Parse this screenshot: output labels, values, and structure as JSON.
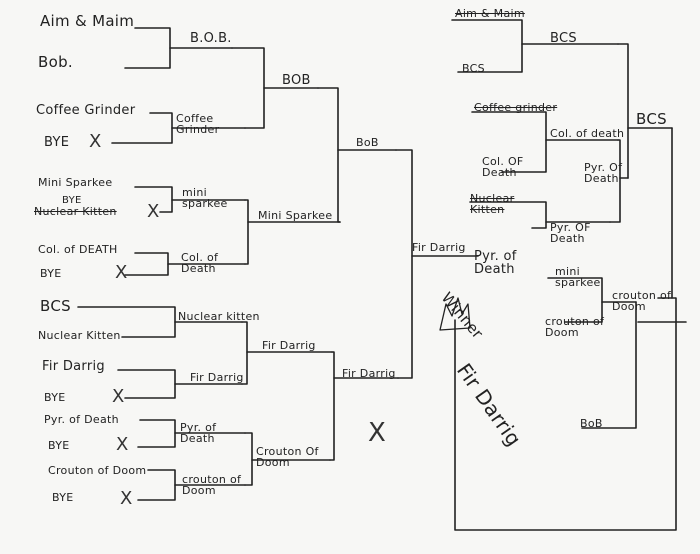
{
  "left": {
    "round1": [
      {
        "a": "Aim & Maim",
        "b": "Bob.",
        "winner": "B.O.B."
      },
      {
        "a": "Coffee Grinder",
        "b": "BYE",
        "winner": "Coffee Grinder"
      },
      {
        "a": "Mini Sparkee",
        "b": "Nuclear Kitten",
        "winner": "mini sparkee",
        "b_note": "BYE"
      },
      {
        "a": "Col. of DEATH",
        "b": "BYE",
        "winner": "Col. of Death"
      },
      {
        "a": "BCS",
        "b": "Nuclear Kitten",
        "winner": "Nuclear kitten"
      },
      {
        "a": "Fir Darrig",
        "b": "BYE",
        "winner": "Fir Darrig"
      },
      {
        "a": "Pyr. of Death",
        "b": "BYE",
        "winner": "Pyr. of Death"
      },
      {
        "a": "Crouton of Doom",
        "b": "BYE",
        "winner": "crouton of Doom"
      }
    ],
    "round2": [
      "BOB",
      "Mini Sparkee",
      "Fir Darrig",
      "Crouton Of Doom"
    ],
    "round3": [
      "BoB",
      "Fir Darrig"
    ],
    "final": "Fir Darrig"
  },
  "right": {
    "pairs": [
      {
        "a": "Aim & Maim",
        "b": "BCS",
        "winner": "BCS"
      },
      {
        "a": "Coffee grinder",
        "b": "Col. OF Death",
        "winner": "Col. of death"
      },
      {
        "a": "Nuclear Kitten",
        "b": "Pyr. OF Death",
        "winner": "Pyr. OF Death"
      },
      {
        "a": "mini sparkee",
        "b": "crouton of Doom",
        "winner": "crouton of Doom"
      }
    ],
    "round2_top": "Pyr. Of Death",
    "round2_bottom": "Crouton of Doom",
    "champion_side": "BCS",
    "bottom_side": "BoB"
  },
  "center_extra": "Pyr. of Death",
  "winner_note": "Winner",
  "winner_name": "Fir Darrig",
  "bye_cross": "X"
}
